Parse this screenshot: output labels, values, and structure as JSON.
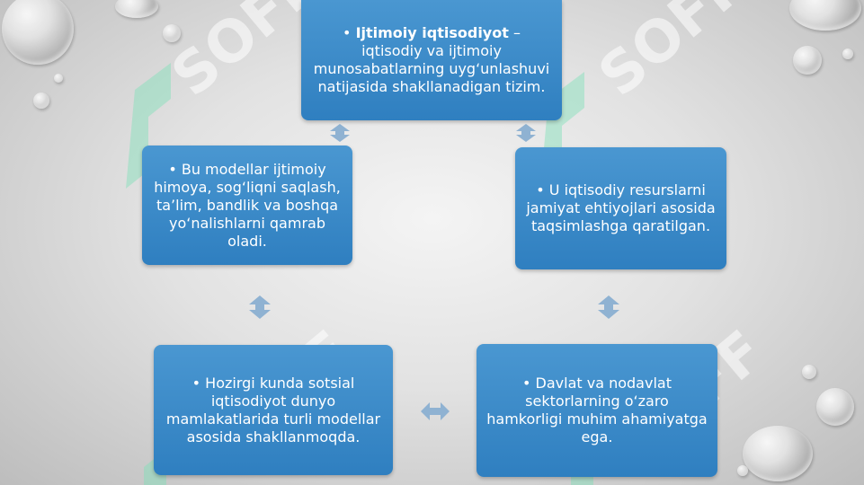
{
  "bullet": "•",
  "nodes": {
    "top": {
      "bold": "Ijtimoiy iqtisodiyot",
      "text": " – iqtisodiy va ijtimoiy munosabatlarning uyg‘unlashuvi natijasida shakllanadigan tizim."
    },
    "right": {
      "text": "U iqtisodiy resurslarni jamiyat ehtiyojlari asosida taqsimlashga qaratilgan."
    },
    "bottom_right": {
      "text": "Davlat va nodavlat sektorlarning o‘zaro hamkorligi muhim ahamiyatga ega."
    },
    "bottom_left": {
      "text": "Hozirgi kunda sotsial iqtisodiyot dunyo mamlakatlarida turli modellar asosida shakllanmoqda."
    },
    "left": {
      "text": "Bu modellar ijtimoiy himoya, sog‘liqni saqlash, ta’lim, bandlik va boshqa yo‘nalishlarni qamrab oladi."
    }
  },
  "watermark": {
    "text": "SOFF"
  },
  "colors": {
    "card": "#3b8ccb",
    "arrow": "#8fb2d2",
    "watermark_logo": "#7fe0b8"
  }
}
